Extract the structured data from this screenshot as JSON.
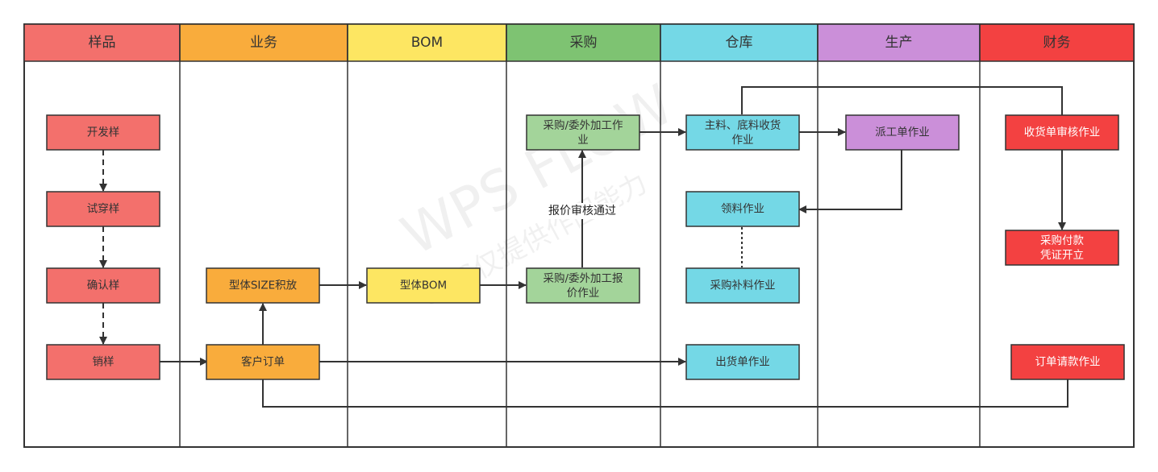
{
  "lanes": [
    {
      "label": "样品",
      "color": "#f3706c"
    },
    {
      "label": "业务",
      "color": "#f9ac3c"
    },
    {
      "label": "BOM",
      "color": "#fde662"
    },
    {
      "label": "采购",
      "color": "#7ec372"
    },
    {
      "label": "仓库",
      "color": "#74d8e6"
    },
    {
      "label": "生产",
      "color": "#cb8fd9"
    },
    {
      "label": "财务",
      "color": "#f34141"
    }
  ],
  "nodes": {
    "develop_sample": {
      "lines": [
        "开发样"
      ]
    },
    "try_sample": {
      "lines": [
        "试穿样"
      ]
    },
    "confirm_sample": {
      "lines": [
        "确认样"
      ]
    },
    "sales_sample": {
      "lines": [
        "销样"
      ]
    },
    "size_release": {
      "lines": [
        "型体SIZE积放"
      ]
    },
    "customer_order": {
      "lines": [
        "客户订单"
      ]
    },
    "model_bom": {
      "lines": [
        "型体BOM"
      ]
    },
    "purchase_outsource_work": {
      "lines": [
        "采购/委外加工作",
        "业"
      ]
    },
    "purchase_outsource_quote": {
      "lines": [
        "采购/委外加工报",
        "价作业"
      ]
    },
    "material_receipt": {
      "lines": [
        "主料、底料收货",
        "作业"
      ]
    },
    "material_requisition": {
      "lines": [
        "领料作业"
      ]
    },
    "purchase_replenish": {
      "lines": [
        "采购补料作业"
      ]
    },
    "shipping_order": {
      "lines": [
        "出货单作业"
      ]
    },
    "dispatch_order": {
      "lines": [
        "派工单作业"
      ]
    },
    "receipt_audit": {
      "lines": [
        "收货单审核作业"
      ]
    },
    "purchase_payment": {
      "lines": [
        "采购付款",
        "凭证开立"
      ]
    },
    "order_payment_request": {
      "lines": [
        "订单请款作业"
      ]
    }
  },
  "edge_labels": {
    "quote_approved": "报价审核通过"
  },
  "watermark": {
    "line1": "WPS FLOW",
    "line2": "WPS仅提供作图能力"
  }
}
